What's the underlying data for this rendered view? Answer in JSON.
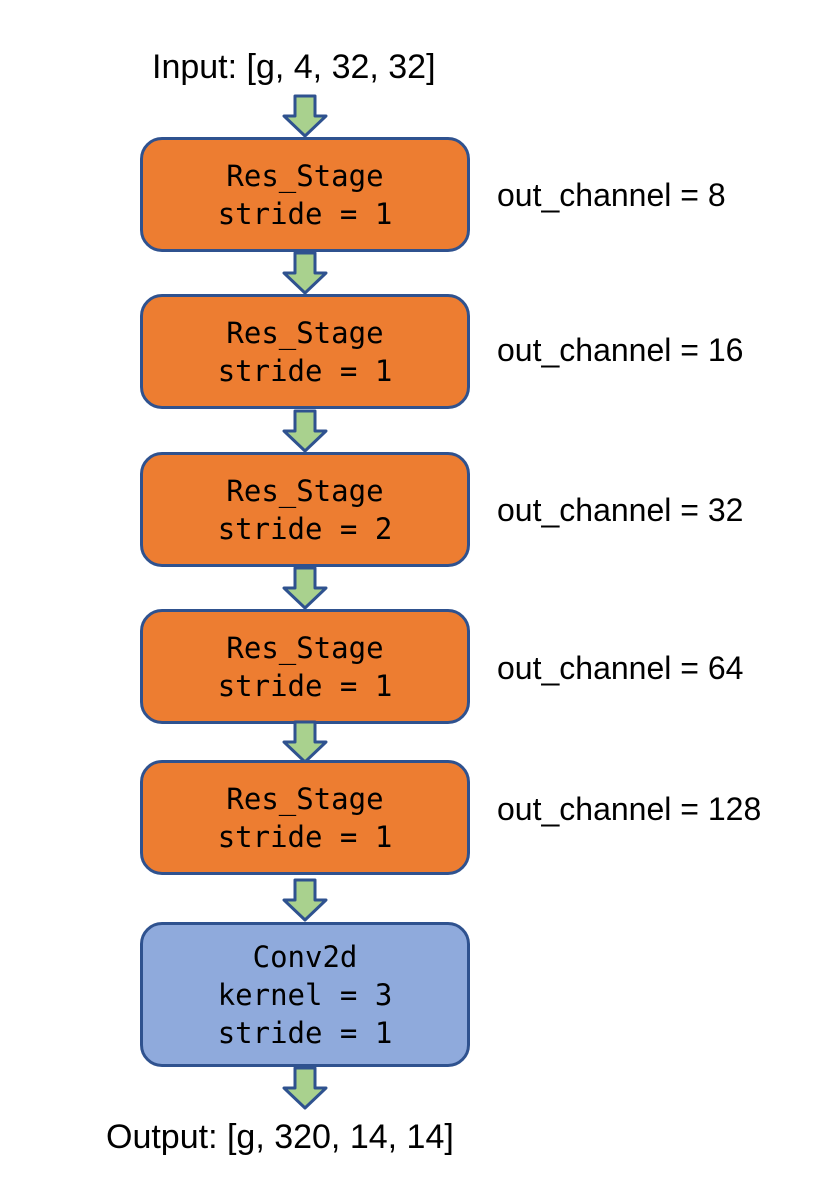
{
  "input_label": "Input: [g, 4, 32, 32]",
  "output_label": "Output: [g, 320, 14, 14]",
  "stages": [
    {
      "name": "Res_Stage",
      "param": "stride = 1",
      "out_label": "out_channel = 8"
    },
    {
      "name": "Res_Stage",
      "param": "stride = 1",
      "out_label": "out_channel = 16"
    },
    {
      "name": "Res_Stage",
      "param": "stride = 2",
      "out_label": "out_channel = 32"
    },
    {
      "name": "Res_Stage",
      "param": "stride = 1",
      "out_label": "out_channel = 64"
    },
    {
      "name": "Res_Stage",
      "param": "stride = 1",
      "out_label": "out_channel = 128"
    }
  ],
  "final_block": {
    "name": "Conv2d",
    "kernel": "kernel = 3",
    "stride": "stride = 1"
  },
  "colors": {
    "stage_fill": "#ed7d31",
    "conv_fill": "#8faadc",
    "border": "#2f528f",
    "arrow_fill": "#a9d18e",
    "arrow_stroke": "#2f528f"
  }
}
